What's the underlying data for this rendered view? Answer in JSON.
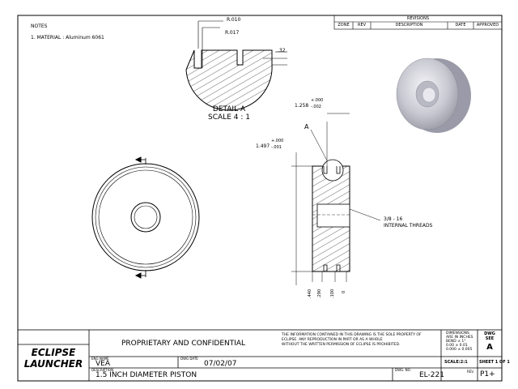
{
  "notes": {
    "title": "NOTES",
    "item1": "1. MATERIAL : Aluminum 6061"
  },
  "revisions": {
    "title": "REVISIONS",
    "headers": [
      "ZONE",
      "REV",
      "DESCRIPTION",
      "DATE",
      "APPROVED"
    ]
  },
  "detail": {
    "radius1": "R.010",
    "radius2": "R.017",
    "dim": ".32",
    "label": "DETAIL A",
    "scale": "SCALE 4 : 1"
  },
  "side_view": {
    "dim_top": "1.258",
    "dim_top_tol_plus": "+.000",
    "dim_top_tol_minus": "-.002",
    "dim_left": "1.497",
    "dim_left_tol_plus": "+.000",
    "dim_left_tol_minus": "-.001",
    "detail_callout": "A",
    "thread_1": "3/8 - 16",
    "thread_2": "INTERNAL THREADS",
    "ord_dims": [
      ".440",
      ".290",
      ".100",
      "0"
    ]
  },
  "title_block": {
    "proprietary": "PROPRIETARY AND CONFIDENTIAL",
    "legal_1": "THE INFORMATION CONTAINED IN THIS DRAWING IS THE SOLE PROPERTY OF",
    "legal_2": "ECLIPSE.  ANY REPRODUCTION IN PART OR AS A WHOLE",
    "legal_3": "WITHOUT THE WRITTEN PERMISSION OF ECLIPSE IS PROHIBITED.",
    "dims_1": "DIMENSIONS",
    "dims_2": "ARE IN INCHES",
    "dims_3": "BEND ± 1°",
    "dims_4": "0.00  ± 0.01",
    "dims_5": "0.000 ± 0.005",
    "dwg_see_1": "DWG",
    "dwg_see_2": "SEE",
    "dwg_see_letter": "A",
    "company_1": "ECLIPSE",
    "company_2": "LAUNCHER",
    "eng_name_label": "ENG NAME",
    "eng_name": "VEA",
    "dwg_date_label": "DWG DATE",
    "dwg_date": "07/02/07",
    "scale": "SCALE:2:1",
    "sheet": "SHEET 1 OF 1",
    "description_label": "DESCRIPTION",
    "description": "1.5 INCH DIAMETER  PISTON",
    "dwg_no_label": "DWG. NO.",
    "dwg_no": "EL-221",
    "rev_label": "REV.",
    "rev": "P1+"
  }
}
